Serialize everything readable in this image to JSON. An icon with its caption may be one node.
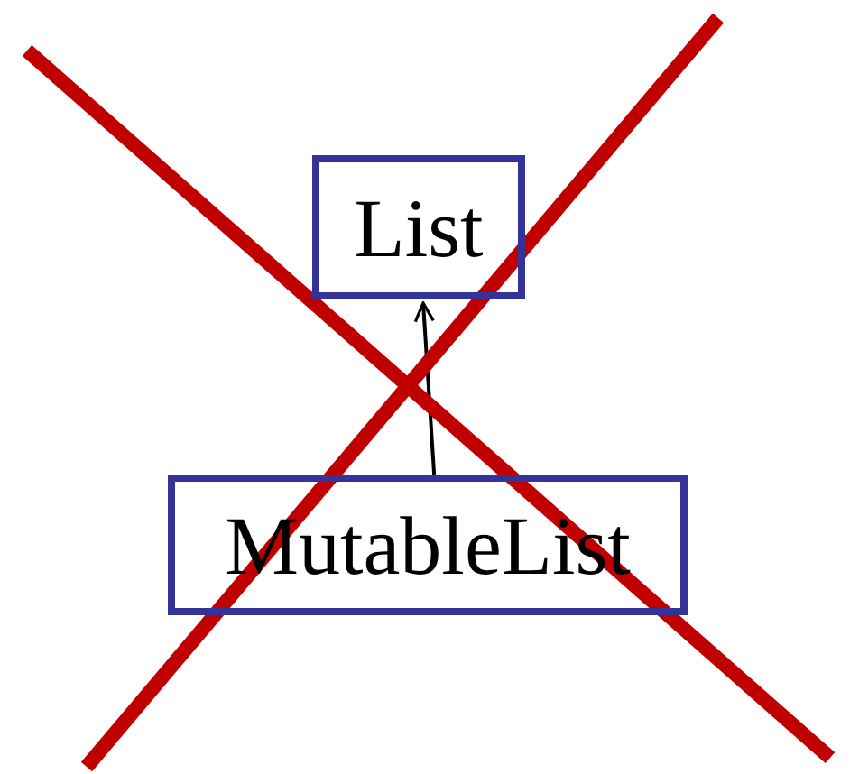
{
  "diagram": {
    "nodes": [
      {
        "text": [
          "List"
        ]
      },
      {
        "text": [
          "MutableList"
        ]
      }
    ],
    "edges": [
      {
        "from": 1,
        "to": 0,
        "arrow": "to"
      }
    ]
  }
}
